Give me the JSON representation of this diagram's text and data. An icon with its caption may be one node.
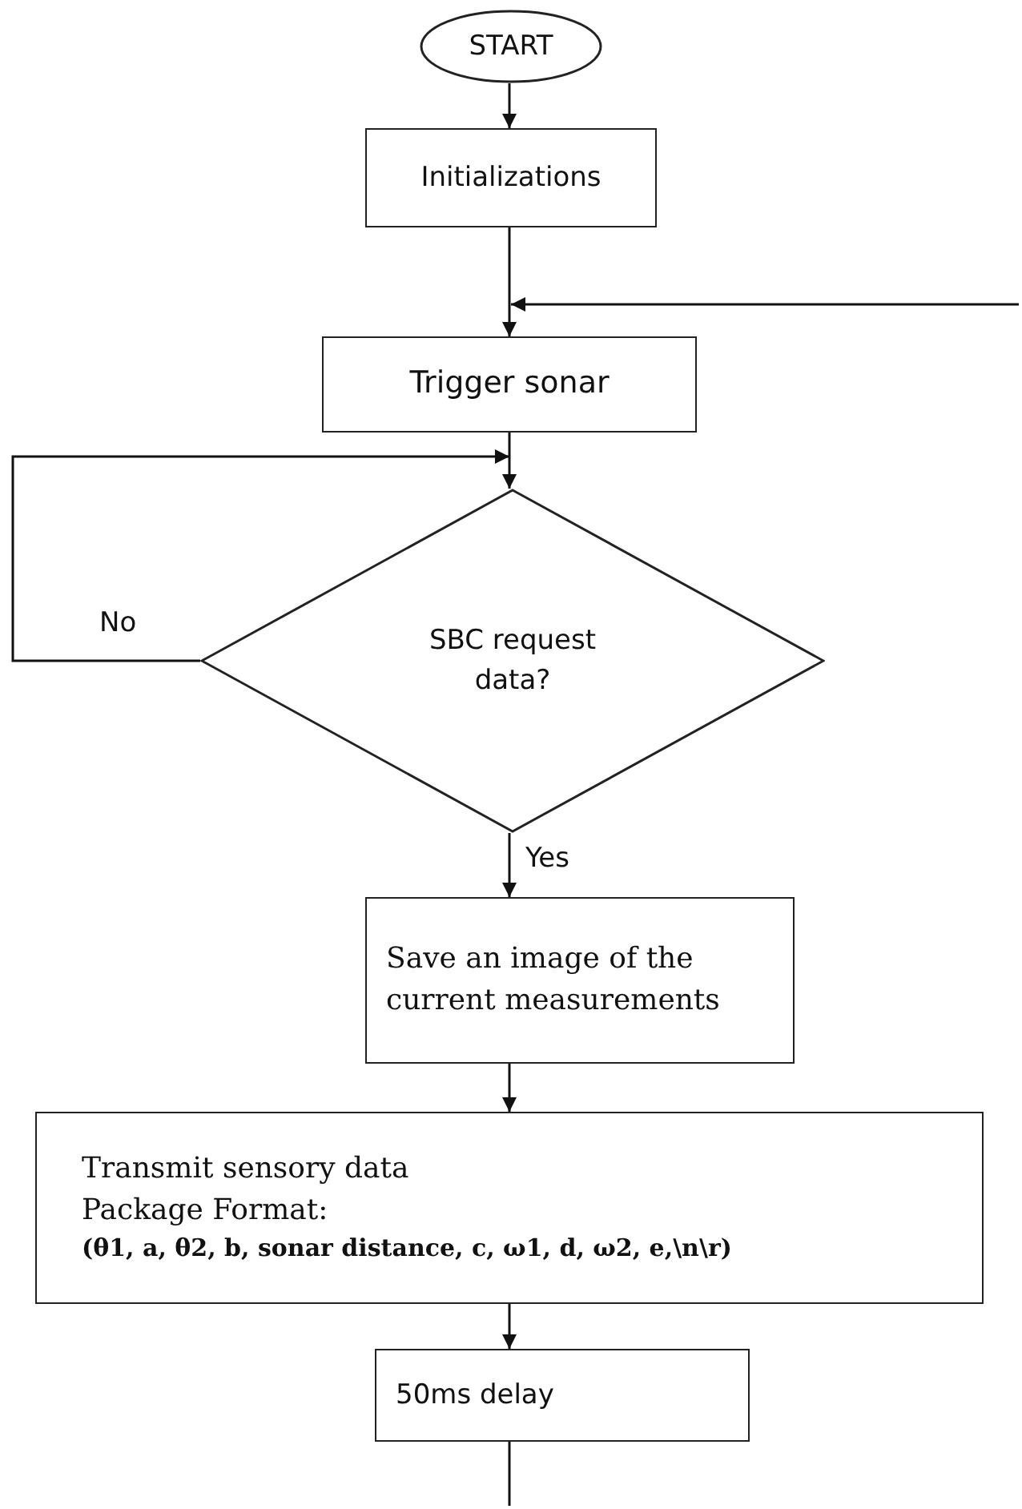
{
  "diagram": {
    "nodes": [
      {
        "text": [
          "START"
        ]
      },
      {
        "text": [
          "Initializations"
        ]
      },
      {
        "text": [
          "Trigger sonar"
        ]
      },
      {
        "text": [
          "SBC request data?"
        ]
      },
      {
        "text": [
          "Save an image of the current measurements"
        ]
      },
      {
        "text": [
          "Transmit sensory data",
          "Package Format:",
          "(θ1, a, θ2, b, sonar distance, c, ω1, d, ω2, e,\\n\\r)"
        ]
      },
      {
        "text": [
          "50ms delay"
        ]
      }
    ],
    "edges": [
      {
        "from": 0,
        "to": 1,
        "arrow": "to"
      },
      {
        "from": 1,
        "to": 2,
        "arrow": "to"
      },
      {
        "from": null,
        "to": 2,
        "arrow": "to"
      },
      {
        "from": 2,
        "to": 3,
        "arrow": "to"
      },
      {
        "from": 3,
        "to": 3,
        "label": "No",
        "arrow": "to"
      },
      {
        "from": 3,
        "to": 4,
        "label": "Yes",
        "arrow": "to"
      },
      {
        "from": 4,
        "to": 5,
        "arrow": "to"
      },
      {
        "from": 5,
        "to": 6,
        "arrow": "to"
      },
      {
        "from": 6,
        "to": null,
        "arrow": "none"
      }
    ]
  }
}
